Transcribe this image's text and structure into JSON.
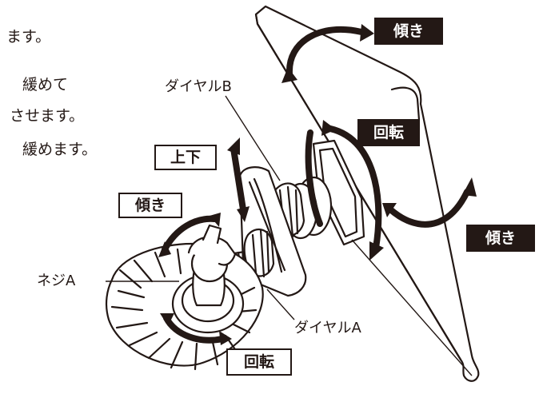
{
  "instructions": {
    "line1": "ます。",
    "line2": "緩めて",
    "line3": "させます。",
    "line4": "緩めます。"
  },
  "labels": {
    "tilt_top": "傾き",
    "rotate_right": "回転",
    "tilt_right": "傾き",
    "updown": "上下",
    "tilt_left": "傾き",
    "rotate_bottom": "回転"
  },
  "callouts": {
    "dial_b": "ダイヤルB",
    "screw_a": "ネジA",
    "dial_a": "ダイヤルA"
  },
  "colors": {
    "ink": "#231815",
    "paper": "#ffffff"
  }
}
